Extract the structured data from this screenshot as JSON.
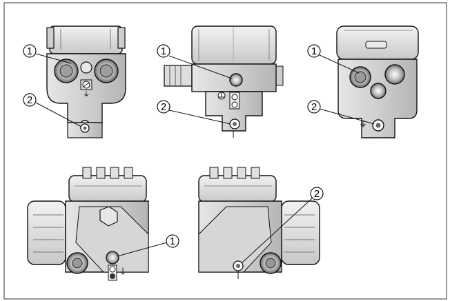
{
  "figure": {
    "callouts": [
      "1",
      "2"
    ],
    "ground_symbol": "⏚",
    "line_color": "#111111",
    "fill_light": "#d8d8d8",
    "fill_mid": "#b8b8b8",
    "fill_dark": "#555555",
    "views": [
      {
        "id": "top-left",
        "callouts": [
          "1",
          "2"
        ]
      },
      {
        "id": "top-middle",
        "callouts": [
          "1",
          "2"
        ]
      },
      {
        "id": "top-right",
        "callouts": [
          "1",
          "2"
        ]
      },
      {
        "id": "bottom-left",
        "callouts": [
          "1"
        ]
      },
      {
        "id": "bottom-right",
        "callouts": [
          "2"
        ]
      }
    ]
  }
}
